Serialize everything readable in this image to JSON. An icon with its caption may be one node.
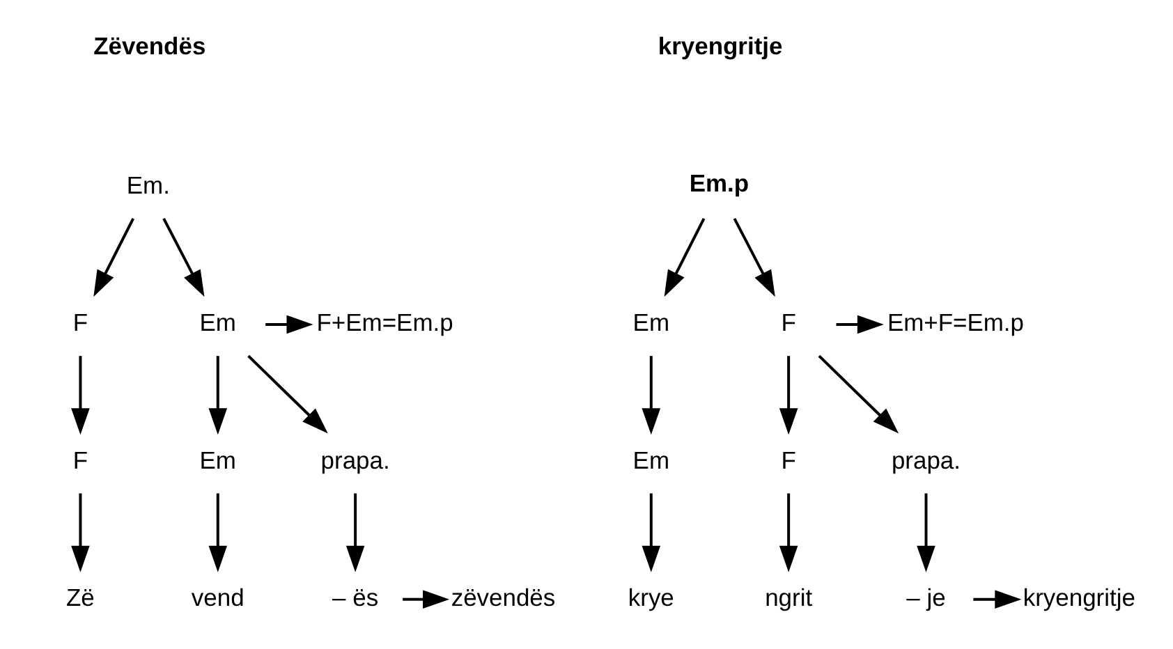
{
  "diagram": {
    "nodes": [
      {
        "text": [
          "Em."
        ]
      },
      {
        "text": [
          "F"
        ]
      },
      {
        "text": [
          "Em"
        ]
      },
      {
        "text": [
          "F+Em=Em.p"
        ]
      },
      {
        "text": [
          "F"
        ]
      },
      {
        "text": [
          "Em"
        ]
      },
      {
        "text": [
          "prapa."
        ]
      },
      {
        "text": [
          "Zë"
        ]
      },
      {
        "text": [
          "vend"
        ]
      },
      {
        "text": [
          "– ës"
        ]
      },
      {
        "text": [
          "zëvendës"
        ]
      },
      {
        "text": [
          "Em.p"
        ]
      },
      {
        "text": [
          "Em"
        ]
      },
      {
        "text": [
          "F"
        ]
      },
      {
        "text": [
          "Em+F=Em.p"
        ]
      },
      {
        "text": [
          "Em"
        ]
      },
      {
        "text": [
          "F"
        ]
      },
      {
        "text": [
          "prapa."
        ]
      },
      {
        "text": [
          "krye"
        ]
      },
      {
        "text": [
          "ngrit"
        ]
      },
      {
        "text": [
          "– je"
        ]
      },
      {
        "text": [
          "kryengritje"
        ]
      }
    ],
    "edges": [
      {
        "from": 0,
        "to": 1,
        "arrow": "to"
      },
      {
        "from": 0,
        "to": 2,
        "arrow": "to"
      },
      {
        "from": 2,
        "to": 3,
        "arrow": "to"
      },
      {
        "from": 1,
        "to": 4,
        "arrow": "to"
      },
      {
        "from": 2,
        "to": 5,
        "arrow": "to"
      },
      {
        "from": 2,
        "to": 6,
        "arrow": "to"
      },
      {
        "from": 4,
        "to": 7,
        "arrow": "to"
      },
      {
        "from": 5,
        "to": 8,
        "arrow": "to"
      },
      {
        "from": 6,
        "to": 9,
        "arrow": "to"
      },
      {
        "from": 9,
        "to": 10,
        "arrow": "to"
      },
      {
        "from": 11,
        "to": 12,
        "arrow": "to"
      },
      {
        "from": 11,
        "to": 13,
        "arrow": "to"
      },
      {
        "from": 13,
        "to": 14,
        "arrow": "to"
      },
      {
        "from": 12,
        "to": 15,
        "arrow": "to"
      },
      {
        "from": 13,
        "to": 16,
        "arrow": "to"
      },
      {
        "from": 13,
        "to": 17,
        "arrow": "to"
      },
      {
        "from": 15,
        "to": 18,
        "arrow": "to"
      },
      {
        "from": 16,
        "to": 19,
        "arrow": "to"
      },
      {
        "from": 17,
        "to": 20,
        "arrow": "to"
      },
      {
        "from": 20,
        "to": 21,
        "arrow": "to"
      }
    ],
    "labels": [
      "Zëvendës",
      "kryengritje"
    ]
  }
}
